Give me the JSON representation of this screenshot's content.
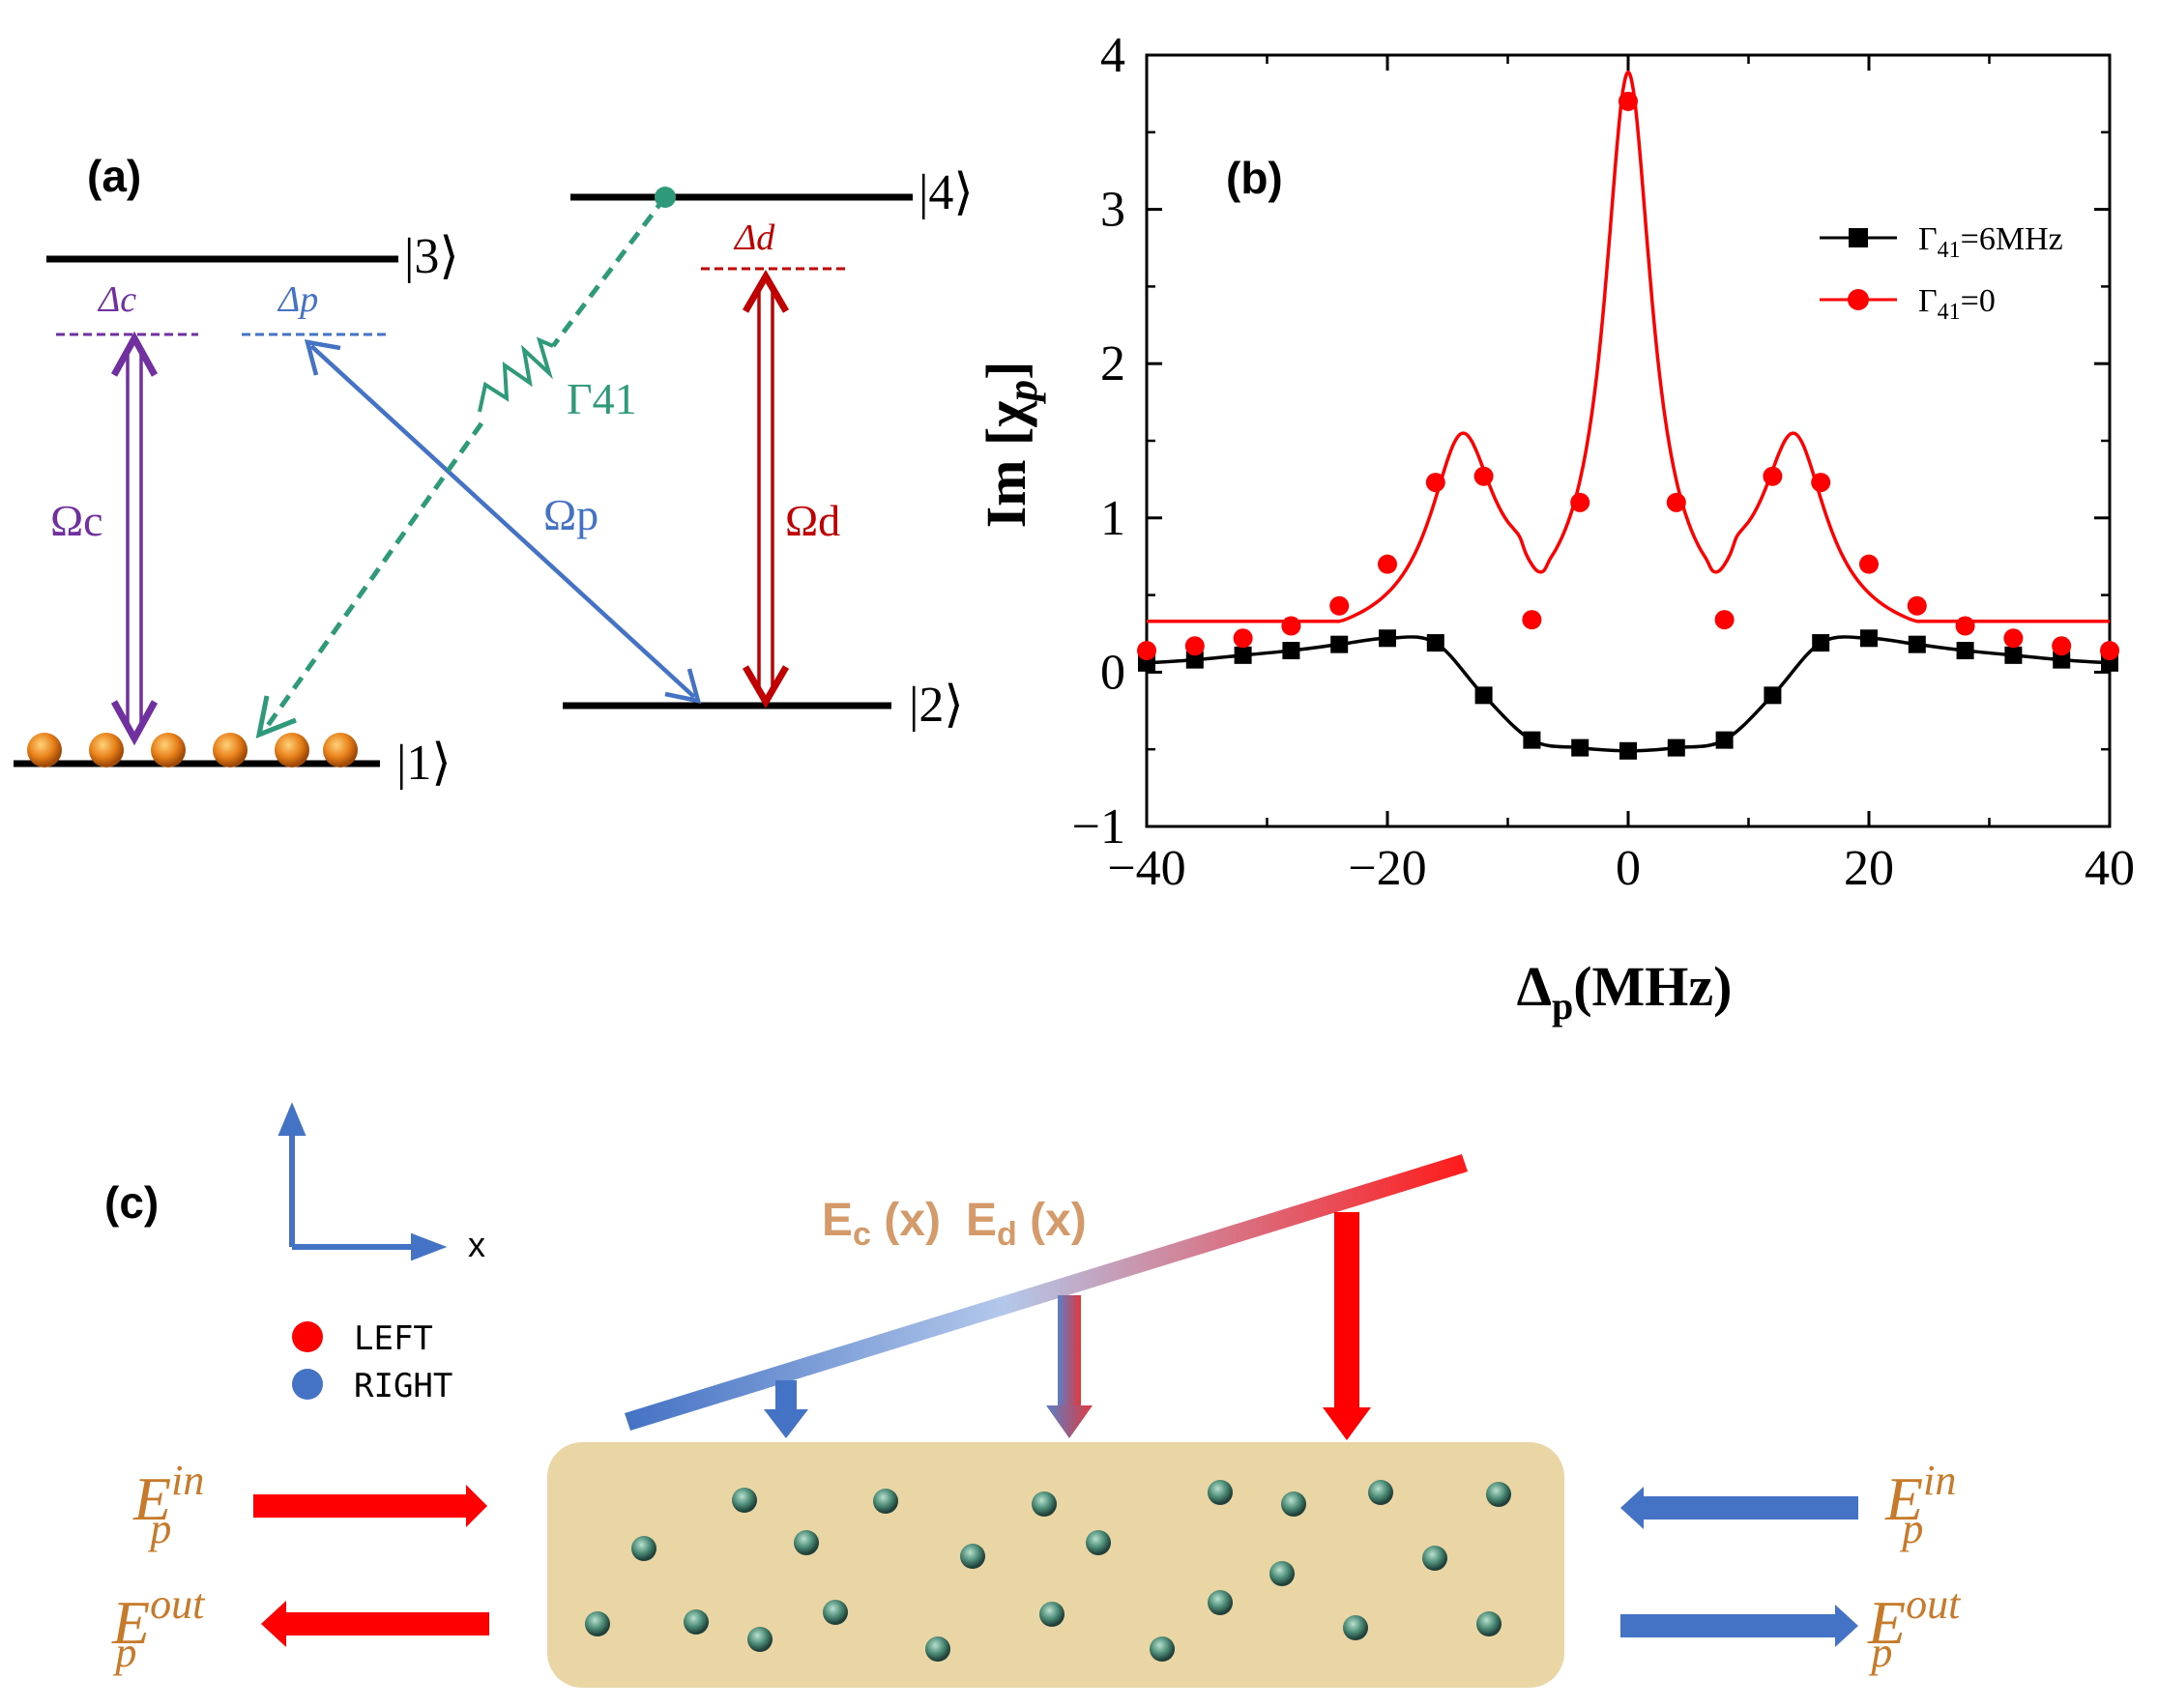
{
  "panel_a": {
    "label": "(a)",
    "level_1": "|1⟩",
    "level_2": "|2⟩",
    "level_3": "|3⟩",
    "level_4": "|4⟩",
    "delta_c": "Δc",
    "delta_p": "Δp",
    "delta_d": "Δd",
    "omega_c": "Ωc",
    "omega_p": "Ωp",
    "omega_d": "Ωd",
    "gamma_41": "Γ41",
    "colors": {
      "purple": "#7030a0",
      "blue": "#4472c4",
      "red": "#c00000",
      "green": "#2e9a7a",
      "atom": "#e8811a"
    }
  },
  "panel_b": {
    "label": "(b)",
    "ylabel_main": "Im [χ",
    "ylabel_sub": "p",
    "ylabel_end": "]",
    "xlabel_main": "Δ",
    "xlabel_sub": "p",
    "xlabel_end": "(MHz)",
    "x_ticks": [
      "−40",
      "−20",
      "0",
      "20",
      "40"
    ],
    "y_ticks": [
      "−1",
      "0",
      "1",
      "2",
      "3",
      "4"
    ],
    "legend": [
      {
        "main": "Γ",
        "sub": "41",
        "rest": "=6MHz"
      },
      {
        "main": "Γ",
        "sub": "41",
        "rest": "=0"
      }
    ]
  },
  "chart_data": {
    "type": "line",
    "xlabel": "Δp(MHz)",
    "ylabel": "Im [χp]",
    "xlim": [
      -40,
      40
    ],
    "ylim": [
      -1,
      4
    ],
    "grid": false,
    "legend_position": "top-right",
    "series": [
      {
        "name": "Γ41=6MHz",
        "color": "#000000",
        "marker": "square",
        "x": [
          -40,
          -36,
          -32,
          -28,
          -24,
          -20,
          -16,
          -12,
          -8,
          -4,
          0,
          4,
          8,
          12,
          16,
          20,
          24,
          28,
          32,
          36,
          40
        ],
        "y": [
          0.06,
          0.08,
          0.11,
          0.14,
          0.18,
          0.22,
          0.19,
          -0.15,
          -0.44,
          -0.49,
          -0.51,
          -0.49,
          -0.44,
          -0.15,
          0.19,
          0.22,
          0.18,
          0.14,
          0.11,
          0.08,
          0.06
        ]
      },
      {
        "name": "Γ41=0",
        "color": "#ff0000",
        "marker": "circle",
        "x": [
          -40,
          -36,
          -32,
          -28,
          -24,
          -20,
          -16,
          -12,
          -8,
          -4,
          0,
          4,
          8,
          12,
          16,
          20,
          24,
          28,
          32,
          36,
          40
        ],
        "y": [
          0.14,
          0.17,
          0.22,
          0.3,
          0.43,
          0.7,
          1.23,
          1.27,
          0.34,
          1.1,
          3.7,
          1.1,
          0.34,
          1.27,
          1.23,
          0.7,
          0.43,
          0.3,
          0.22,
          0.17,
          0.14
        ]
      }
    ]
  },
  "panel_c": {
    "label": "(c)",
    "axis_x": "x",
    "legend_left": "LEFT",
    "legend_right": "RIGHT",
    "field_c": "E",
    "field_c_sub": "c",
    "field_c_arg": " (x)",
    "field_d": "E",
    "field_d_sub": "d",
    "field_d_arg": " (x)",
    "e_in": "E",
    "e_in_sup": "in",
    "e_out": "E",
    "e_out_sup": "out",
    "e_sub": "p",
    "colors": {
      "left": "#ff0000",
      "right": "#4472c4",
      "medium": "#ead6a5",
      "atom": "#3f7a68",
      "label": "#c77a2a"
    }
  }
}
